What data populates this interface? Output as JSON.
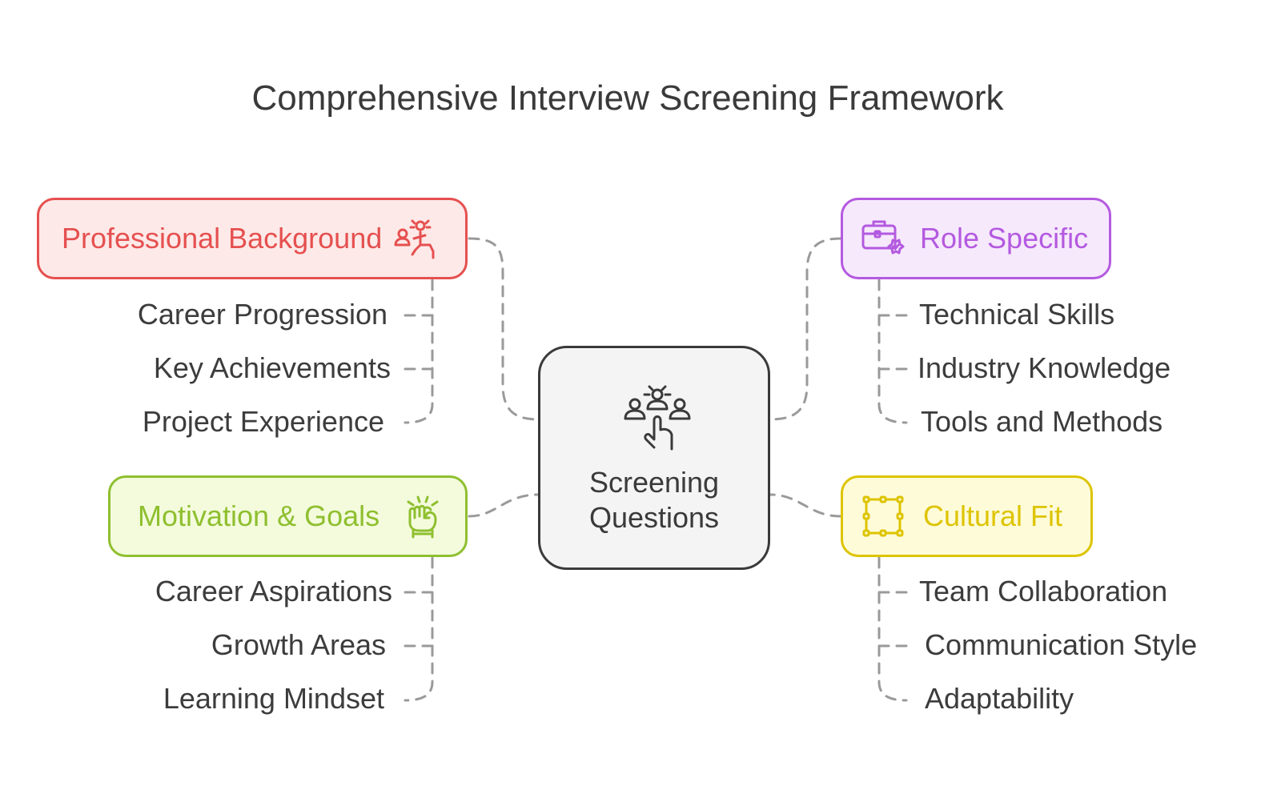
{
  "title": "Comprehensive Interview Screening Framework",
  "center": {
    "label_line1": "Screening",
    "label_line2": "Questions",
    "icon": "group-pointer-icon",
    "color": "#3a3a3a",
    "fill": "#f4f4f4"
  },
  "categories": [
    {
      "id": "professional-background",
      "label": "Professional Background",
      "icon": "person-climbing-icon",
      "color": "#e5504f",
      "fill": "#fde9e8",
      "items": [
        "Career Progression",
        "Key Achievements",
        "Project Experience"
      ]
    },
    {
      "id": "role-specific",
      "label": "Role Specific",
      "icon": "briefcase-badge-icon",
      "color": "#b45ae0",
      "fill": "#f6e9fc",
      "items": [
        "Technical Skills",
        "Industry Knowledge",
        "Tools and Methods"
      ]
    },
    {
      "id": "motivation-goals",
      "label": "Motivation & Goals",
      "icon": "raised-fist-icon",
      "color": "#8fbf2f",
      "fill": "#f3fbdc",
      "items": [
        "Career Aspirations",
        "Growth Areas",
        "Learning Mindset"
      ]
    },
    {
      "id": "cultural-fit",
      "label": "Cultural Fit",
      "icon": "frame-select-icon",
      "color": "#ddc400",
      "fill": "#fefbd9",
      "items": [
        "Team Collaboration",
        "Communication Style",
        "Adaptability"
      ]
    }
  ]
}
